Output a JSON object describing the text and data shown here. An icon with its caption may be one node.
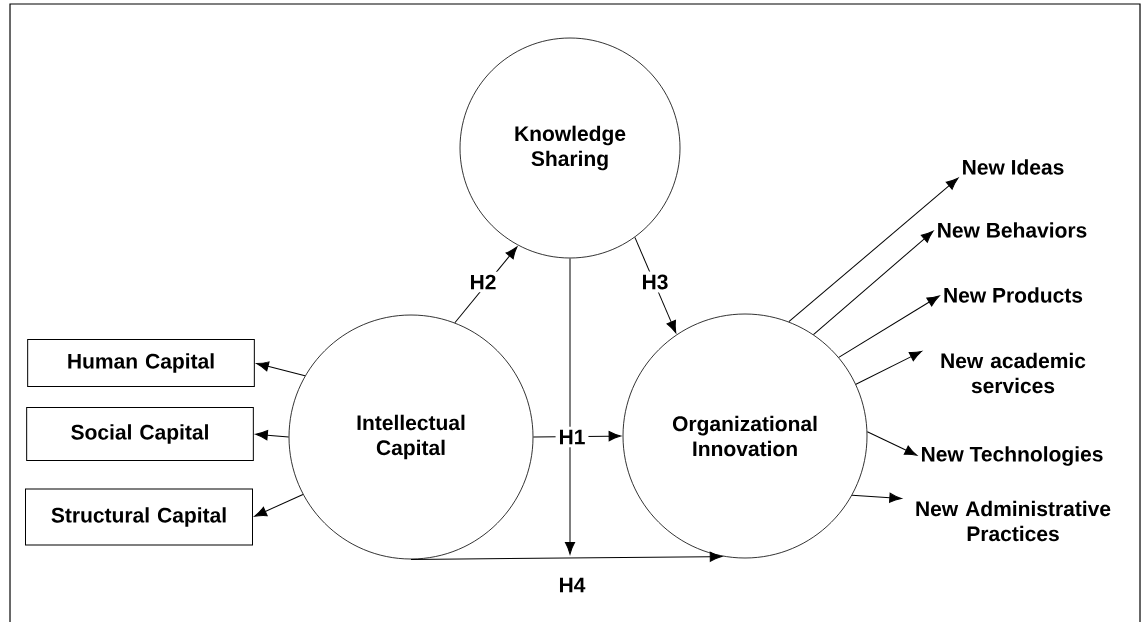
{
  "diagram": {
    "nodes": [
      {
        "text": [
          "Knowledge Sharing"
        ]
      },
      {
        "text": [
          "Human Capital"
        ]
      },
      {
        "text": [
          "Social Capital"
        ]
      },
      {
        "text": [
          "Structural Capital"
        ]
      },
      {
        "text": [
          "Intellectual Capital"
        ]
      },
      {
        "text": [
          "Organizational Innovation"
        ]
      },
      {
        "text": [
          "New Ideas"
        ]
      },
      {
        "text": [
          "New Behaviors"
        ]
      },
      {
        "text": [
          "New Products"
        ]
      },
      {
        "text": [
          "New academic services"
        ]
      },
      {
        "text": [
          "New Technologies"
        ]
      },
      {
        "text": [
          "New Administrative Practices"
        ]
      }
    ],
    "edges": [
      {
        "from": 4,
        "to": 0,
        "arrow": "to",
        "label": "H2"
      },
      {
        "from": 0,
        "to": 5,
        "arrow": "to",
        "label": "H3"
      },
      {
        "from": 4,
        "to": 5,
        "arrow": "to",
        "label": "H1"
      },
      {
        "from": 4,
        "to": 5,
        "arrow": "to",
        "label": "H4"
      },
      {
        "from": 0,
        "to": null,
        "arrow": "to"
      },
      {
        "from": 4,
        "to": 1,
        "arrow": "to"
      },
      {
        "from": 4,
        "to": 2,
        "arrow": "to"
      },
      {
        "from": 4,
        "to": 3,
        "arrow": "to"
      },
      {
        "from": 5,
        "to": 6,
        "arrow": "to"
      },
      {
        "from": 5,
        "to": 7,
        "arrow": "to"
      },
      {
        "from": 5,
        "to": 8,
        "arrow": "to"
      },
      {
        "from": 5,
        "to": 9,
        "arrow": "to"
      },
      {
        "from": 5,
        "to": 10,
        "arrow": "to"
      },
      {
        "from": 5,
        "to": 11,
        "arrow": "to"
      }
    ]
  }
}
